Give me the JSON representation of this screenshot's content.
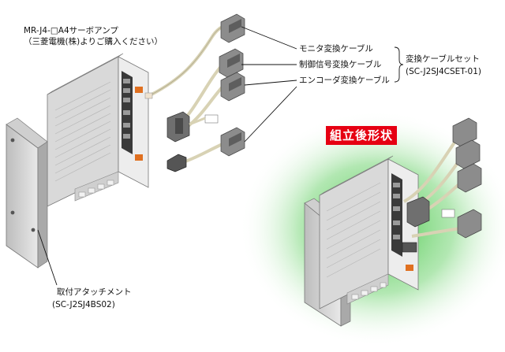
{
  "diagram": {
    "amp_label_line1": "MR-J4-□A4サーボアンプ",
    "amp_label_line2": "（三菱電機(株)よりご購入ください）",
    "cable_monitor": "モニタ変換ケーブル",
    "cable_control": "制御信号変換ケーブル",
    "cable_encoder": "エンコーダ変換ケーブル",
    "set_label": "変換ケーブルセット",
    "set_code": "(SC-J2SJ4CSET-01)",
    "attachment_label": "取付アタッチメント",
    "attachment_code": "(SC-J2SJ4BS02)",
    "assembled_badge": "組立後形状"
  },
  "colors": {
    "badge": "#e60012",
    "glow": "#3cc43c",
    "unit_body": "#e9e9e9",
    "unit_dark": "#3a3a3a",
    "connector": "#8c8c8c",
    "cable": "#d8d2b4"
  }
}
